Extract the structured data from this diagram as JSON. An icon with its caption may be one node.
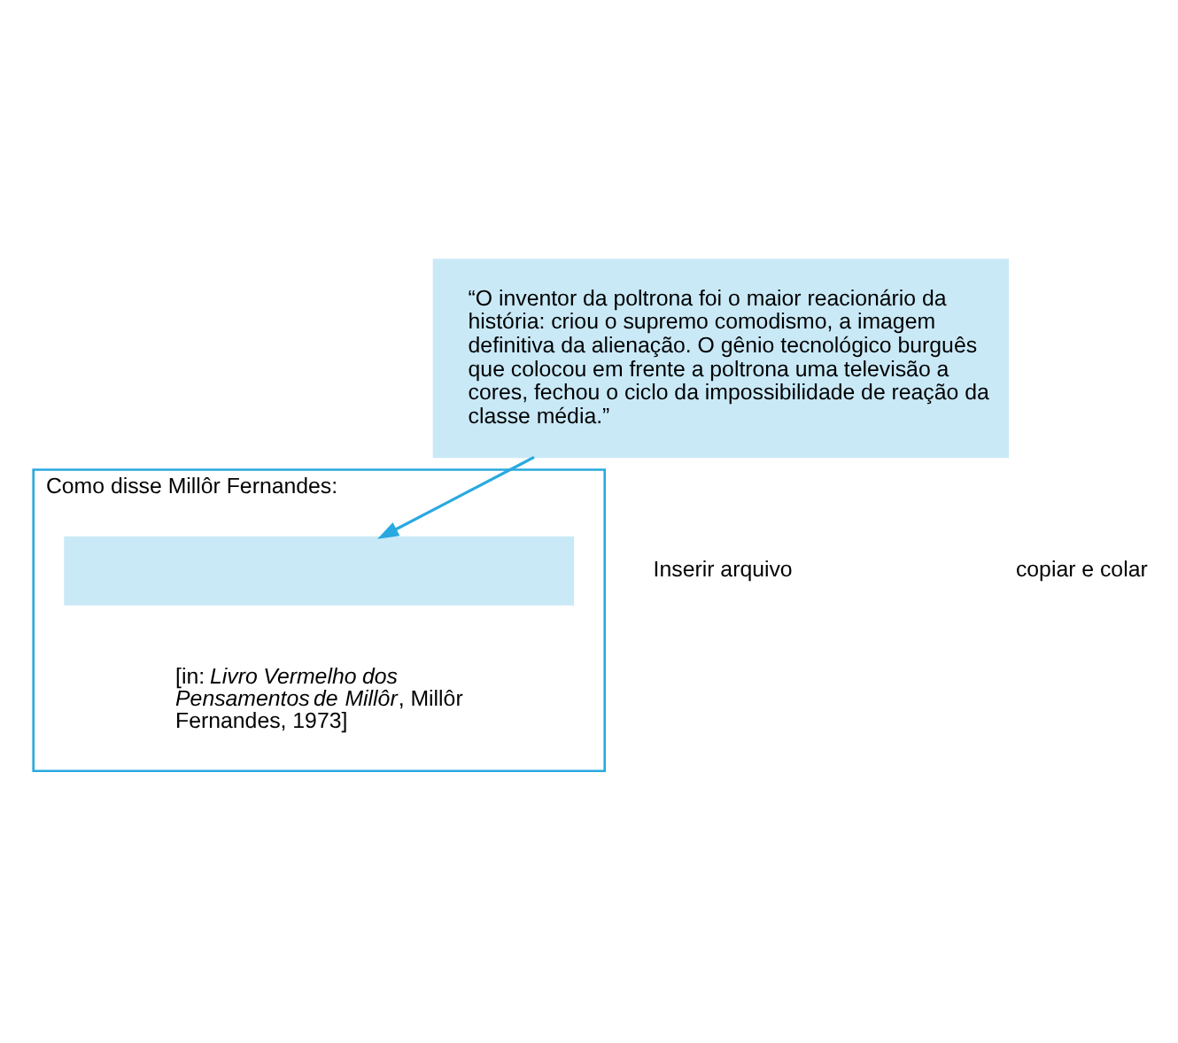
{
  "diagram": {
    "nodes": [
      {
        "text": [
          "“O inventor da poltrona foi o maior reacionário da história: criou o supremo comodismo, a imagem definitiva da alienação. O gênio tecnológico burguês que colocou em frente a poltrona uma televisão a cores, fechou o ciclo da impossibilidade de reação da classe média.”"
        ]
      },
      {
        "text": [
          "Como disse Millôr Fernandes:",
          "[in: *Livro Vermelho dos Pensamentos de Millôr*, Millôr Fernandes, 1973]"
        ]
      },
      {
        "text": [],
        "shape": "bar",
        "in": 1
      }
    ],
    "edges": [
      {
        "from": 0,
        "to": 2,
        "arrow": "to"
      }
    ],
    "labels": [
      "Inserir arquivo",
      "copiar e colar"
    ]
  }
}
